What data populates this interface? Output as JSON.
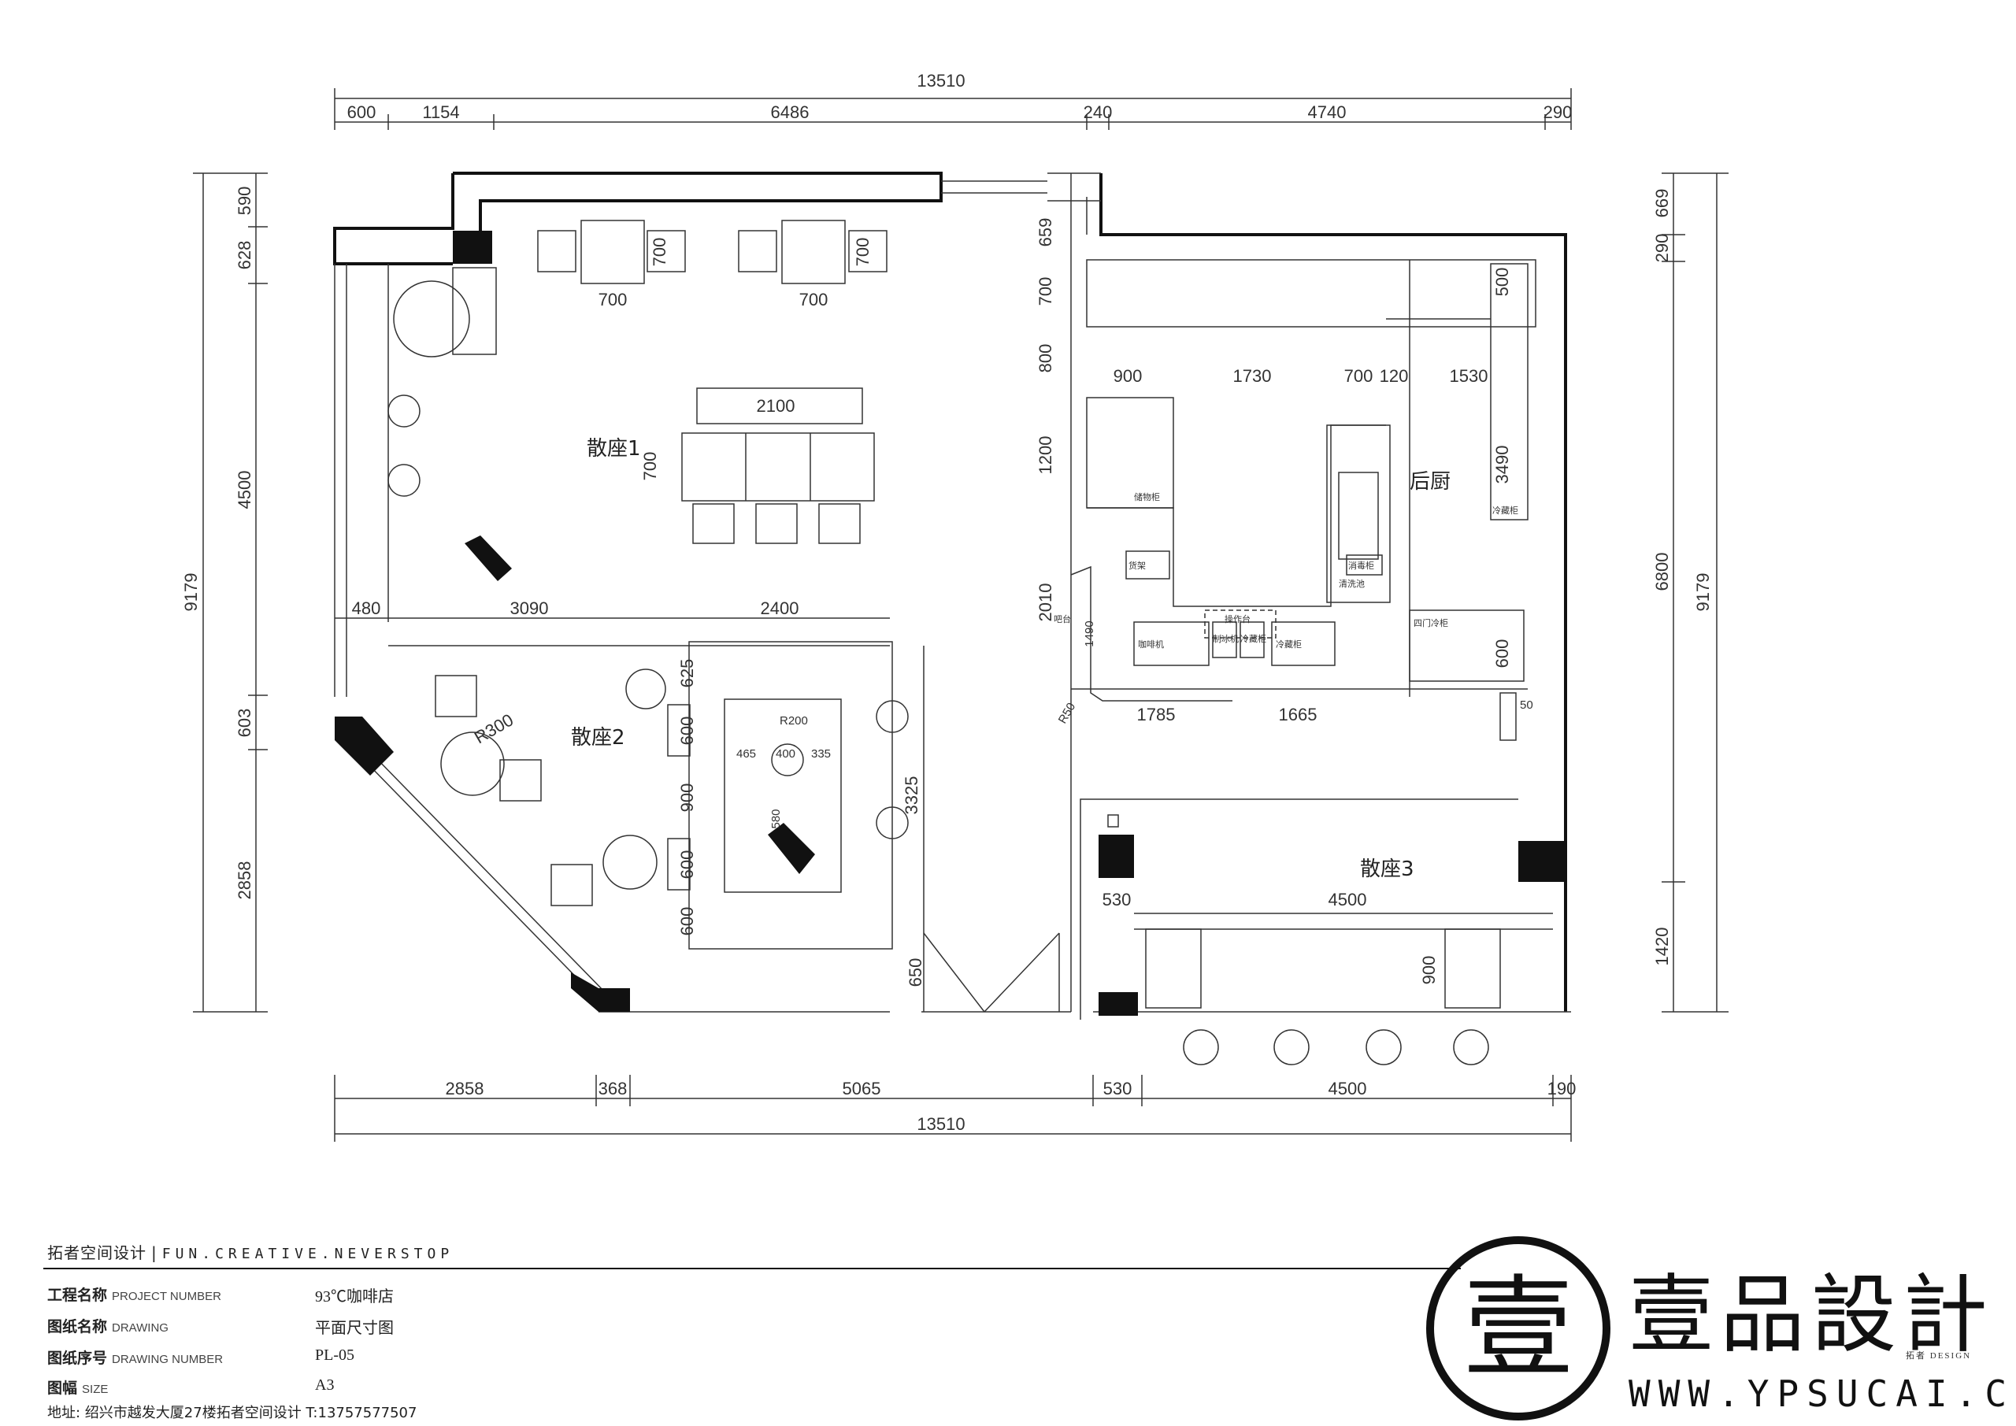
{
  "plan": {
    "top_dims_total": "13510",
    "top_dims": [
      "600",
      "1154",
      "6486",
      "240",
      "4740",
      "290"
    ],
    "bottom_dims": [
      "2858",
      "368",
      "5065",
      "530",
      "4500",
      "190"
    ],
    "bottom_dims_total": "13510",
    "left_dims": [
      "590",
      "628",
      "4500",
      "603",
      "2858"
    ],
    "left_total": "9179",
    "right_dims": [
      "669",
      "290",
      "6800",
      "1420"
    ],
    "right_total": "9179",
    "interior_dims": {
      "table_w_a": "700",
      "table_w_b": "700",
      "table_h_a": "700",
      "table_h_b": "700",
      "bench": "2100",
      "table_row_h": "700",
      "zone_left": "480",
      "zone_mid": "3090",
      "zone_right": "2400",
      "radius_seat": "R300",
      "counter_dims": [
        "625",
        "600",
        "900",
        "600",
        "600"
      ],
      "inner_r": "R200",
      "inner_dims": [
        "465",
        "400",
        "335"
      ],
      "inner_v": "580",
      "room2_depth": "3325",
      "door_650": "650",
      "kitchen_dims": [
        "900",
        "1730",
        "700",
        "120",
        "1530"
      ],
      "kitchen_v": [
        "659",
        "700",
        "800",
        "1200",
        "2010"
      ],
      "kitchen_right_v": [
        "500",
        "3490",
        "600"
      ],
      "bar_dims": [
        "1785",
        "1665"
      ],
      "bar_v": "1490",
      "bar_r": "R50",
      "small_50": "50",
      "seat3_dims": [
        "530",
        "4500"
      ],
      "seat3_v": "900"
    },
    "rooms": {
      "seat1": "散座1",
      "seat2": "散座2",
      "seat3": "散座3",
      "kitchen": "后厨"
    },
    "equipment": {
      "fridge4": "四门冷柜",
      "cabinet_a": "储物柜",
      "cabinet_b": "冷藏柜",
      "sink": "清洗池",
      "disinfect": "消毒柜",
      "shelf": "货架",
      "bar_a": "咖啡机",
      "bar_b": "制冰机",
      "bar_c": "冷藏柜",
      "bar_d": "冷藏柜",
      "bar_e": "操作台",
      "bar_f": "吧台"
    }
  },
  "title_block": {
    "company_cn": "拓者空间设计",
    "company_sep": "|",
    "company_en": "FUN.CREATIVE.NEVERSTOP",
    "rows": [
      {
        "cn": "工程名称",
        "en": "PROJECT NUMBER",
        "value": "93℃咖啡店"
      },
      {
        "cn": "图纸名称",
        "en": "DRAWING",
        "value": "平面尺寸图"
      },
      {
        "cn": "图纸序号",
        "en": "DRAWING NUMBER",
        "value": "PL-05"
      },
      {
        "cn": "图幅",
        "en": "SIZE",
        "value": "A3"
      }
    ],
    "address": "地址:   绍兴市越发大厦27楼拓者空间设计  T:13757577507"
  },
  "logo": {
    "name": "壹品設計",
    "sub": "拓者 DESIGN",
    "url": "WWW.YPSUCAI.COM",
    "seal_char": "壹"
  }
}
